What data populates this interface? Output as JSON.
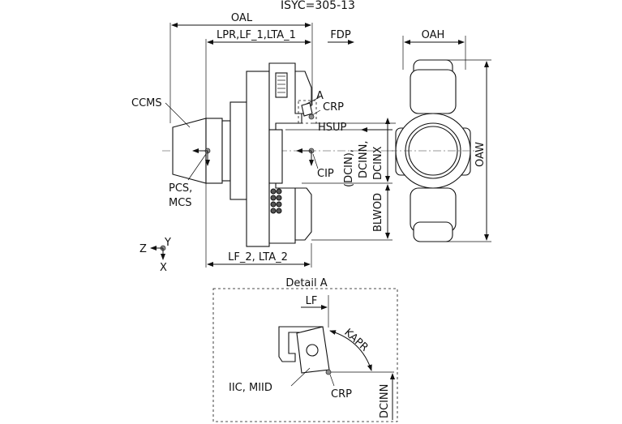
{
  "title": "ISYC=305-13",
  "labels": {
    "oal": "OAL",
    "lpr": "LPR,LF_1,LTA_1",
    "fdp": "FDP",
    "oah": "OAH",
    "ccms": "CCMS",
    "a_marker": "A",
    "crp": "CRP",
    "hsup": "HSUP",
    "dcin": "(DCIN),",
    "dcinn": "DCINN,",
    "dcinx": "DCINX",
    "cip": "CIP",
    "pcs": "PCS,",
    "mcs": "MCS",
    "blwod": "BLWOD",
    "oaw": "OAW",
    "z_axis": "Z",
    "y_axis": "Y",
    "x_axis": "X",
    "lf2": "LF_2, LTA_2"
  },
  "detail": {
    "title": "Detail A",
    "lf": "LF",
    "kapr": "KAPR",
    "iic": "IIC, MIID",
    "crp": "CRP",
    "dcinn": "DCINN"
  },
  "colors": {
    "line": "#111111",
    "point": "#8c8c8c",
    "dark_fill": "#555555"
  }
}
